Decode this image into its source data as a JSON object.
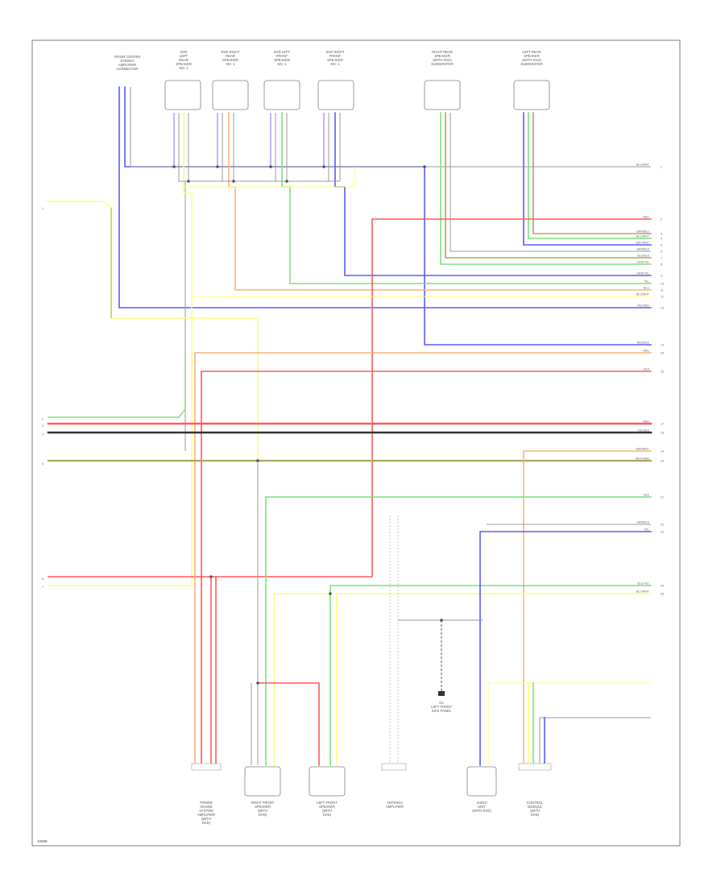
{
  "figure_number": "10089",
  "colors": {
    "red": "#ff5a5a",
    "blue": "#5a5aff",
    "green": "#7fe07f",
    "yellow": "#ffff7a",
    "orange": "#ffb27a",
    "gray": "#9a9a9a",
    "black": "#333333",
    "violet": "#8a6aff",
    "olive": "#a8a860",
    "white": "#e0e0e0"
  },
  "top_components": [
    {
      "label": "FRONT CENTER\nSTEREO\nAMPLIFIER\nCONNECTOR"
    },
    {
      "label": "DVD\nLEFT\nREAR\nSPEAKER\nNO. 1"
    },
    {
      "label": "DVD RIGHT\nREAR\nSPEAKER\nNO. 1"
    },
    {
      "label": "DVD LEFT\nFRONT\nSPEAKER\nNO. 1"
    },
    {
      "label": "DVD RIGHT\nFRONT\nSPEAKER\nNO. 1"
    },
    {
      "label": "RIGHT REAR\nSPEAKER\n(WITH DVD)\nSUBWOOFER"
    },
    {
      "label": "LEFT REAR\nSPEAKER\n(WITH DVD)\nSUBWOOFER"
    }
  ],
  "bottom_components": [
    {
      "label": "POWER\nSOUND\nSYSTEM\nAMPLIFIER\n(WITH\nDVD)"
    },
    {
      "label": "RIGHT FRONT\nSPEAKER\n(WITH\nDVD)"
    },
    {
      "label": "LEFT FRONT\nSPEAKER\n(WITH\nDVD)"
    },
    {
      "label": "ANTENNA\nAMPLIFIER"
    },
    {
      "label": "AUDIO\nUNIT\n(WITH DVD)"
    },
    {
      "label": "CONTROL\nMODULE\n(WITH\nDVD)"
    }
  ],
  "ground": {
    "label": "G1\nLEFT FRONT\nKICK PANEL"
  },
  "left_pins": [
    "1",
    "2",
    "3",
    "4",
    "5",
    "6",
    "7"
  ],
  "right_wires": [
    {
      "label": "BLU/WHT",
      "pin": "1"
    },
    {
      "label": "RED",
      "pin": "2"
    },
    {
      "label": "GRN/BLU",
      "pin": "3"
    },
    {
      "label": "BLU/WHT",
      "pin": "4"
    },
    {
      "label": "GRY/WHT",
      "pin": "5"
    },
    {
      "label": "GRN/BLK",
      "pin": "6"
    },
    {
      "label": "BLU/BLK",
      "pin": "7"
    },
    {
      "label": "GRN/YEL",
      "pin": "8"
    },
    {
      "label": "GRN/YEL",
      "pin": "9"
    },
    {
      "label": "YEL",
      "pin": "10"
    },
    {
      "label": "BLU",
      "pin": "11"
    },
    {
      "label": "BLU/WHT",
      "pin": "12"
    },
    {
      "label": "YEL/RED",
      "pin": "13"
    },
    {
      "label": "RED/BLK",
      "pin": "14"
    },
    {
      "label": "RED",
      "pin": "15"
    },
    {
      "label": "BLK",
      "pin": "16"
    },
    {
      "label": "RED",
      "pin": "17"
    },
    {
      "label": "YEL/BLK",
      "pin": "18"
    },
    {
      "label": "GRN/WHT",
      "pin": "19"
    },
    {
      "label": "WHT/GRN",
      "pin": "20"
    },
    {
      "label": "BLK",
      "pin": "21"
    },
    {
      "label": "GRN/BLK",
      "pin": "22"
    },
    {
      "label": "YEL",
      "pin": "23"
    },
    {
      "label": "BLU/YEL",
      "pin": "24"
    },
    {
      "label": "BLU/WHT",
      "pin": "25"
    }
  ]
}
